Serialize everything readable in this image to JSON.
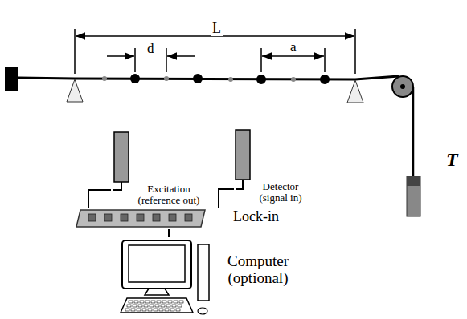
{
  "diagram": {
    "nodes": [
      {
        "text": [
          "Excitation (reference out)"
        ]
      },
      {
        "text": [
          "Detector (signal in)"
        ]
      },
      {
        "text": [
          "Lock-in"
        ]
      },
      {
        "text": [
          "Computer (optional)"
        ]
      }
    ],
    "edges": [
      {
        "from": 0,
        "to": 2,
        "arrow": "none"
      },
      {
        "from": 1,
        "to": 2,
        "arrow": "none"
      },
      {
        "from": 2,
        "to": 3,
        "arrow": "none"
      }
    ],
    "labels": [
      "L",
      "d",
      "a",
      "T"
    ]
  }
}
